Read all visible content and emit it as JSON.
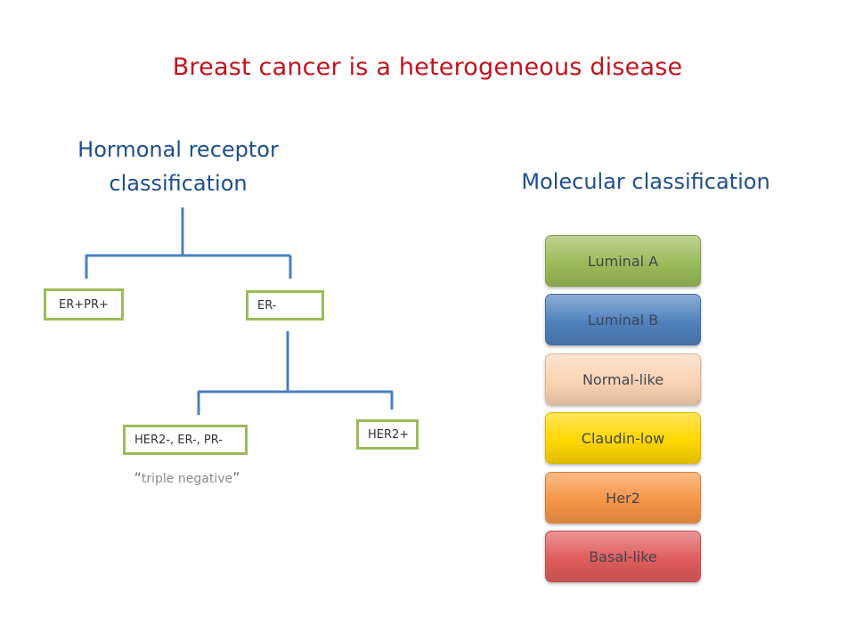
{
  "title": "Breast cancer is a heterogeneous disease",
  "left": {
    "heading_line1": "Hormonal receptor",
    "heading_line2": "classification",
    "boxes": {
      "er_pr_pos": "ER+PR+",
      "er_neg": "ER-",
      "triple_neg": "HER2-, ER-, PR-",
      "her2_pos": "HER2+"
    },
    "note": {
      "open_quote": "“",
      "text": "triple negative",
      "close_quote": "”"
    }
  },
  "right": {
    "heading": "Molecular classification",
    "subtypes": [
      {
        "label": "Luminal A",
        "color": "#9bbb59"
      },
      {
        "label": "Luminal B",
        "color": "#4f81bd"
      },
      {
        "label": "Normal-like",
        "color": "#fbd4b4"
      },
      {
        "label": "Claudin-low",
        "color": "#ffd700"
      },
      {
        "label": "Her2",
        "color": "#f79646"
      },
      {
        "label": "Basal-like",
        "color": "#e05c5c"
      }
    ]
  },
  "colors": {
    "title": "#c0141c",
    "heading": "#1f4e8c",
    "tree_lines": "#4a7fbf",
    "box_border": "#9bbb59"
  }
}
